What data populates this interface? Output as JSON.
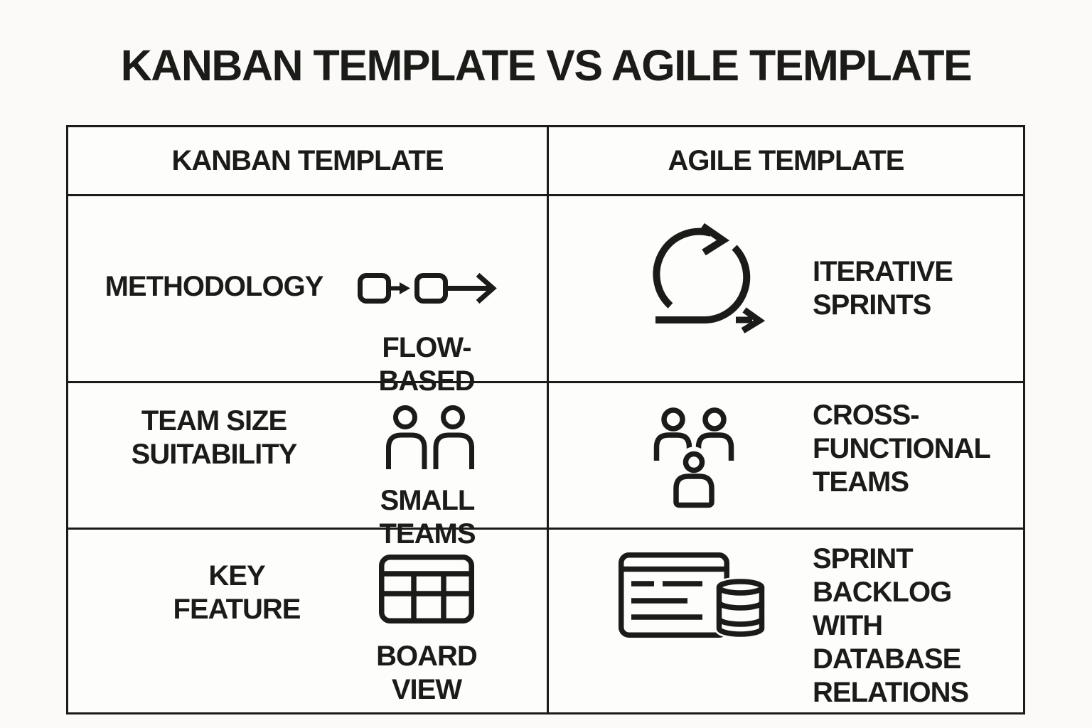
{
  "title": "KANBAN TEMPLATE VS AGILE TEMPLATE",
  "columns": {
    "kanban": "KANBAN TEMPLATE",
    "agile": "AGILE TEMPLATE"
  },
  "rows": [
    {
      "label": "METHODOLOGY",
      "kanban_icon": "flow-arrows-icon",
      "kanban_caption": "FLOW-BASED",
      "agile_icon": "sprint-loop-icon",
      "agile_value": "ITERATIVE\nSPRINTS"
    },
    {
      "label": "TEAM SIZE\nSUITABILITY",
      "kanban_icon": "two-people-icon",
      "kanban_caption": "SMALL TEAMS",
      "agile_icon": "people-group-icon",
      "agile_value": "CROSS-\nFUNCTIONAL\nTEAMS"
    },
    {
      "label": "KEY\nFEATURE",
      "kanban_icon": "board-table-icon",
      "kanban_caption": "BOARD VIEW",
      "agile_icon": "backlog-database-icon",
      "agile_value": "SPRINT\nBACKLOG\nWITH\nDATABASE\nRELATIONS"
    }
  ],
  "colors": {
    "ink": "#1b1b18",
    "background": "#fbfaf8",
    "table_border": "#1b1b18"
  }
}
